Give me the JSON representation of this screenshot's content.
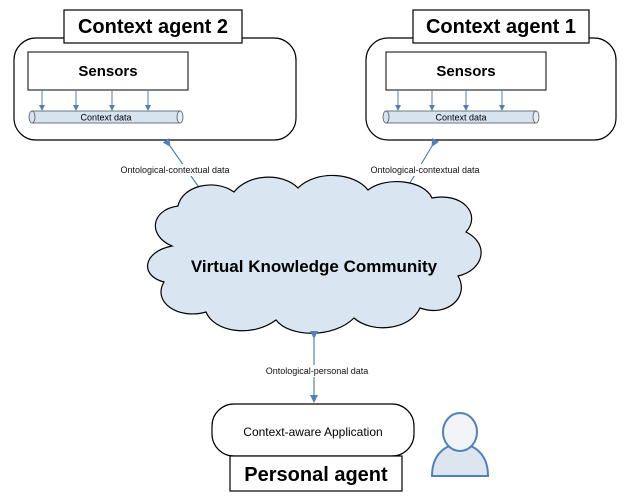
{
  "agents": [
    {
      "title": "Context agent 2",
      "sensors_label": "Sensors",
      "pipe_label": "Context data",
      "link_label": "Ontological-contextual data"
    },
    {
      "title": "Context agent 1",
      "sensors_label": "Sensors",
      "pipe_label": "Context data",
      "link_label": "Ontological-contextual data"
    }
  ],
  "cloud": {
    "label": "Virtual Knowledge Community",
    "fill_color": "#d9e6f2"
  },
  "personal": {
    "link_label": "Ontological-personal data",
    "app_label": "Context-aware Application",
    "title": "Personal agent",
    "user_icon": "user-icon"
  },
  "colors": {
    "arrow": "#4f81bd",
    "pipe_fill": "#d6e3f0",
    "cloud_fill": "#d9e6f2"
  }
}
